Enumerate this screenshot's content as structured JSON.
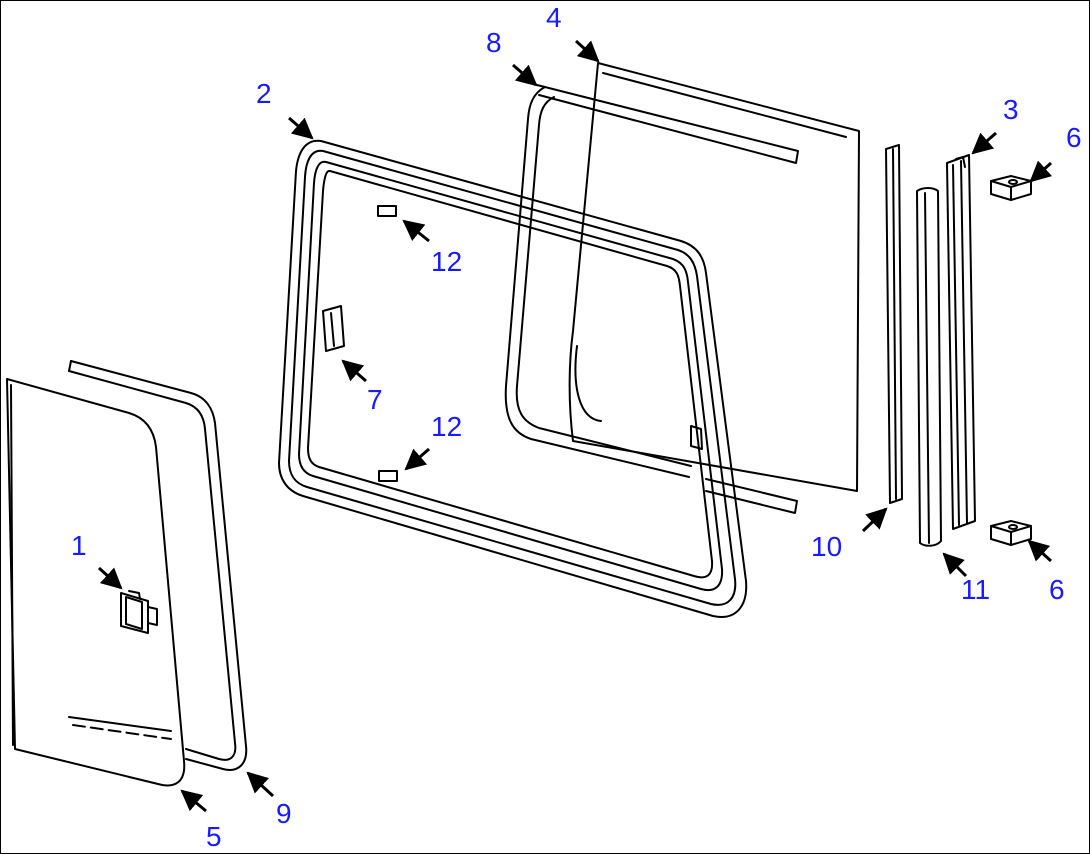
{
  "diagram": {
    "line_color": "#000000",
    "label_color": "#1a1aff",
    "callouts": {
      "c1": "1",
      "c2": "2",
      "c3": "3",
      "c4": "4",
      "c5": "5",
      "c6a": "6",
      "c6b": "6",
      "c7": "7",
      "c8": "8",
      "c9": "9",
      "c10": "10",
      "c11": "11",
      "c12a": "12",
      "c12b": "12"
    }
  }
}
